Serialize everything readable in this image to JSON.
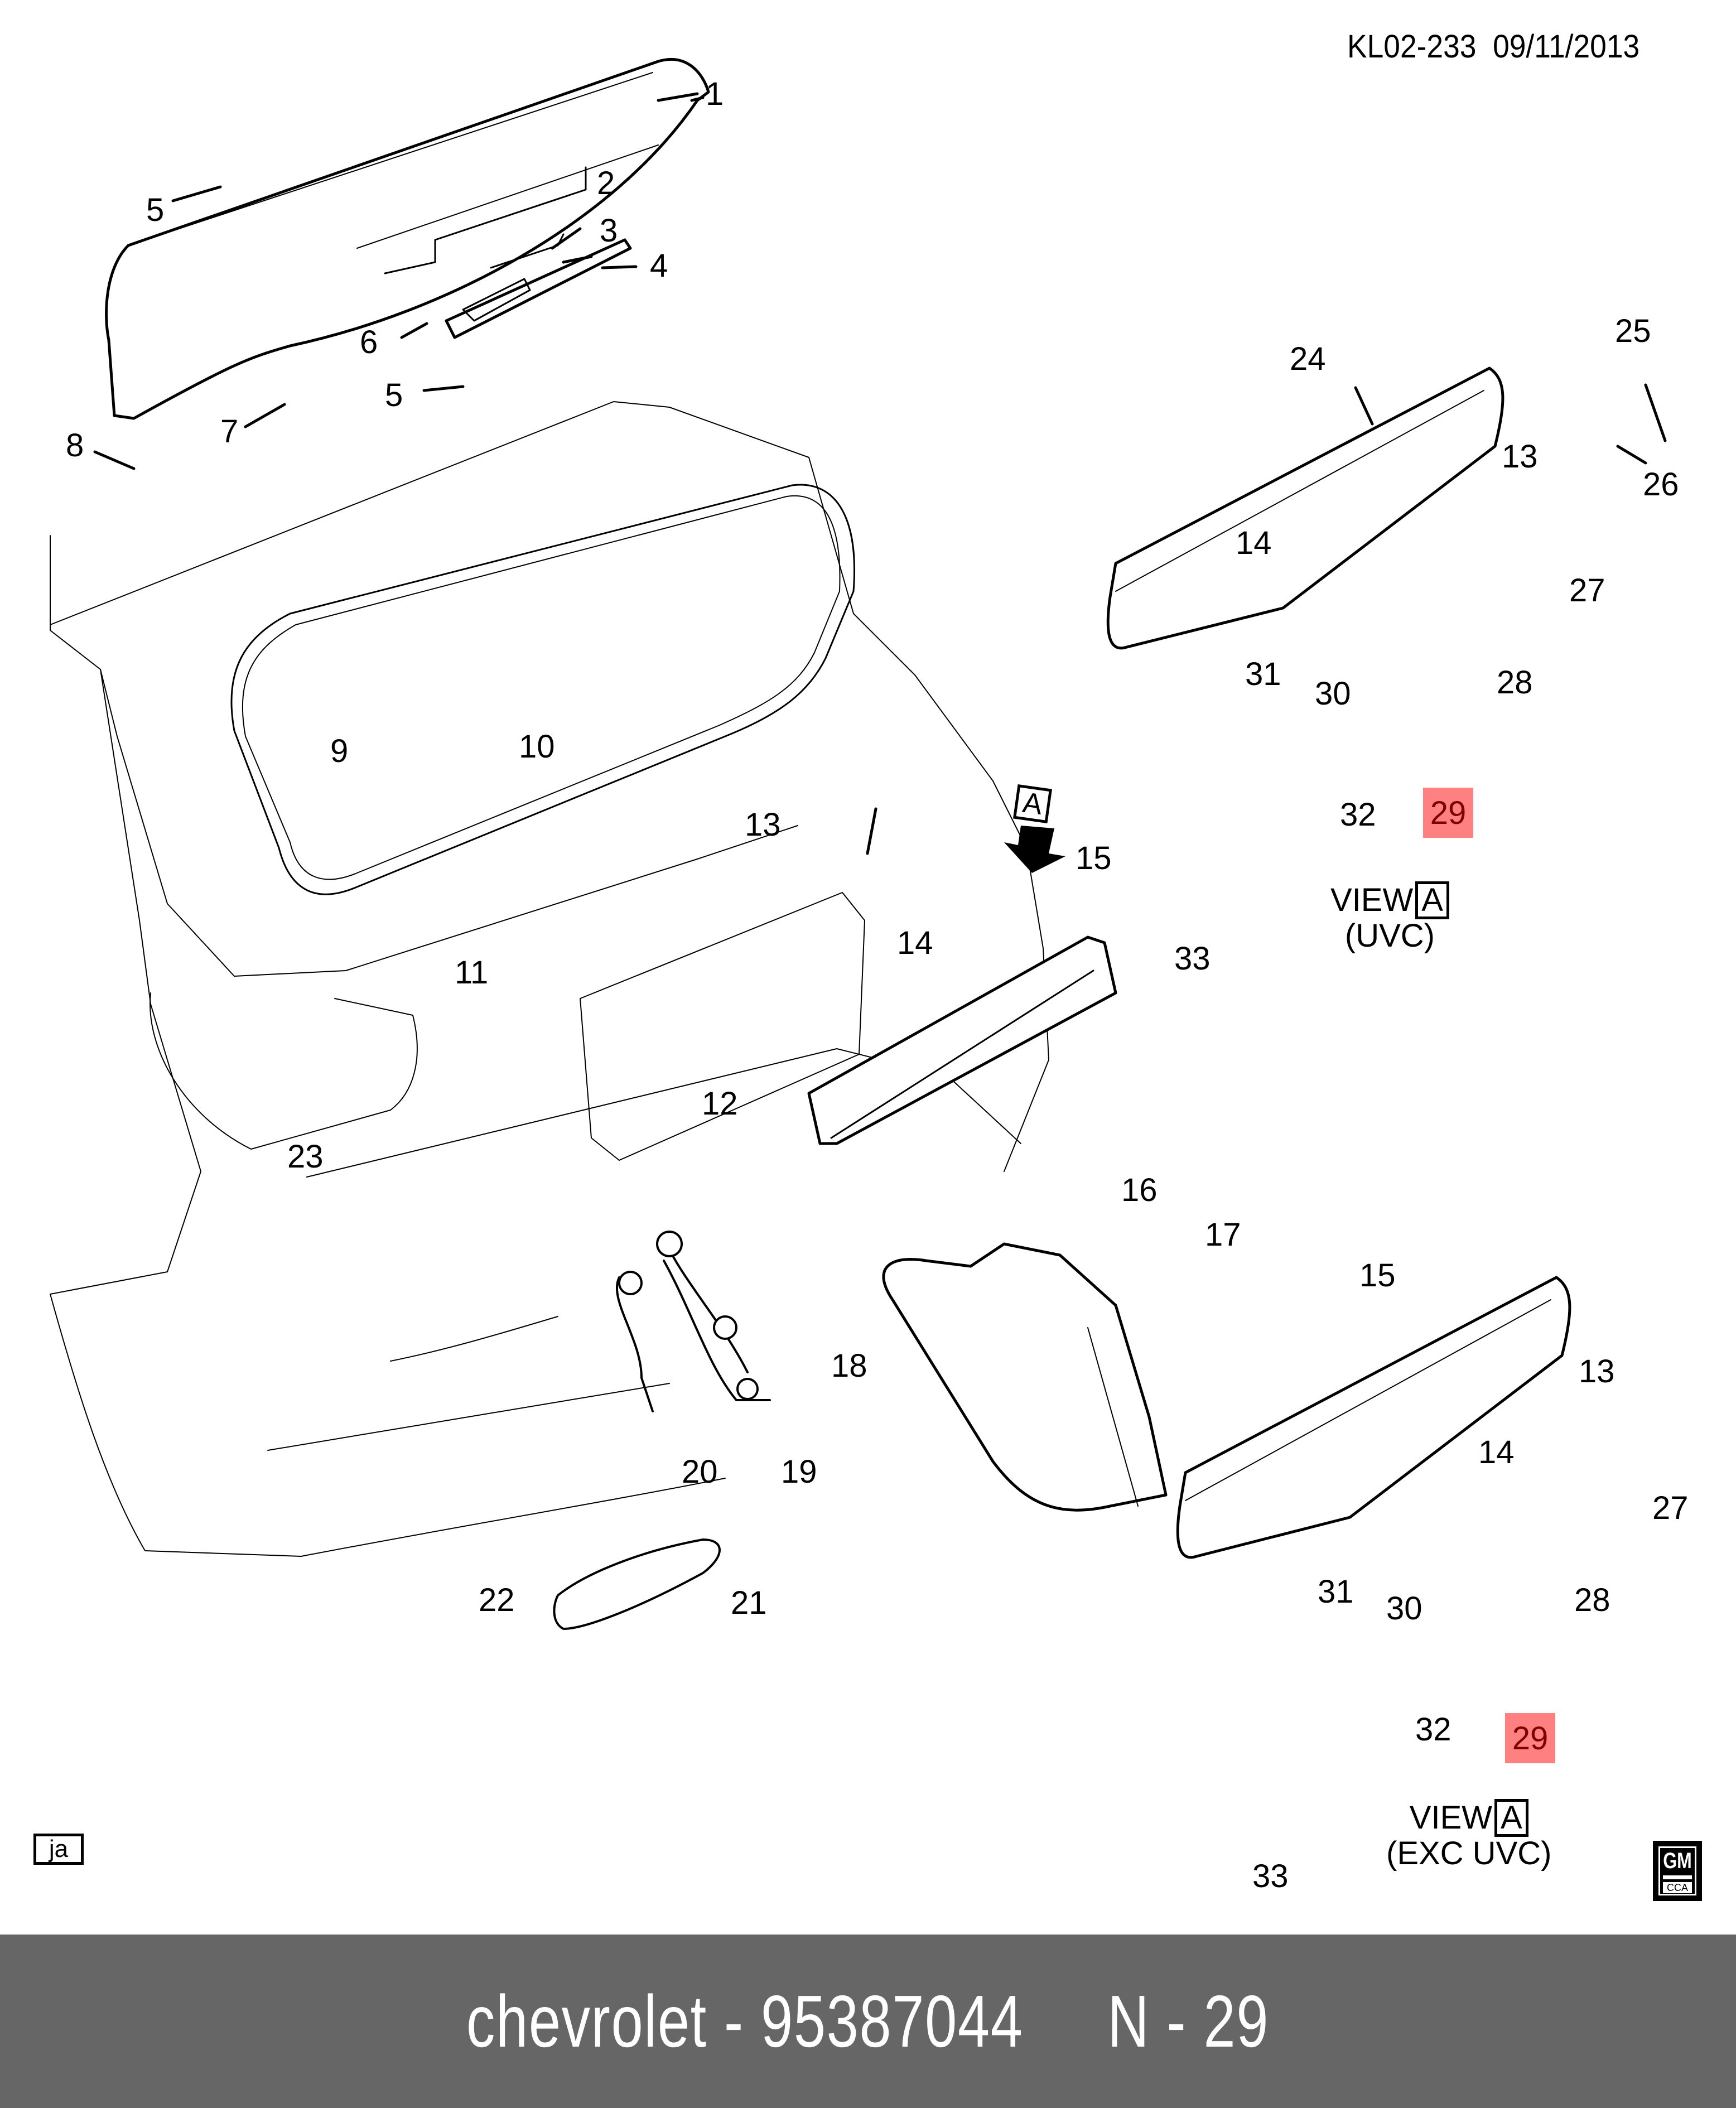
{
  "header": {
    "drawing_id": "KL02-233",
    "date": "09/11/2013"
  },
  "diagram": {
    "title": "Rear liftgate exploded parts diagram",
    "highlight_color": "#ff8080",
    "highlight_text_color": "#800000",
    "view_marker": "A",
    "views": [
      {
        "label": "VIEW",
        "box": "A",
        "variant": "(UVC)"
      },
      {
        "label": "VIEW",
        "box": "A",
        "variant": "(EXC UVC)"
      }
    ],
    "callouts": [
      {
        "id": "1",
        "text": "1"
      },
      {
        "id": "2",
        "text": "2"
      },
      {
        "id": "3",
        "text": "3"
      },
      {
        "id": "4",
        "text": "4"
      },
      {
        "id": "5a",
        "text": "5"
      },
      {
        "id": "5b",
        "text": "5"
      },
      {
        "id": "6",
        "text": "6"
      },
      {
        "id": "7",
        "text": "7"
      },
      {
        "id": "8",
        "text": "8"
      },
      {
        "id": "9",
        "text": "9"
      },
      {
        "id": "10",
        "text": "10"
      },
      {
        "id": "11",
        "text": "11"
      },
      {
        "id": "12",
        "text": "12"
      },
      {
        "id": "13a",
        "text": "13"
      },
      {
        "id": "14a",
        "text": "14"
      },
      {
        "id": "15a",
        "text": "15"
      },
      {
        "id": "16",
        "text": "16"
      },
      {
        "id": "17",
        "text": "17"
      },
      {
        "id": "18",
        "text": "18"
      },
      {
        "id": "19",
        "text": "19"
      },
      {
        "id": "20",
        "text": "20"
      },
      {
        "id": "21",
        "text": "21"
      },
      {
        "id": "22",
        "text": "22"
      },
      {
        "id": "23",
        "text": "23"
      },
      {
        "id": "24",
        "text": "24"
      },
      {
        "id": "25",
        "text": "25"
      },
      {
        "id": "26",
        "text": "26"
      },
      {
        "id": "13b",
        "text": "13"
      },
      {
        "id": "14b",
        "text": "14"
      },
      {
        "id": "27a",
        "text": "27"
      },
      {
        "id": "31a",
        "text": "31"
      },
      {
        "id": "30a",
        "text": "30"
      },
      {
        "id": "28a",
        "text": "28"
      },
      {
        "id": "32a",
        "text": "32"
      },
      {
        "id": "29a",
        "text": "29",
        "highlighted": true
      },
      {
        "id": "33a",
        "text": "33"
      },
      {
        "id": "15b",
        "text": "15"
      },
      {
        "id": "13c",
        "text": "13"
      },
      {
        "id": "14c",
        "text": "14"
      },
      {
        "id": "27b",
        "text": "27"
      },
      {
        "id": "31b",
        "text": "31"
      },
      {
        "id": "30b",
        "text": "30"
      },
      {
        "id": "28b",
        "text": "28"
      },
      {
        "id": "32b",
        "text": "32"
      },
      {
        "id": "29b",
        "text": "29",
        "highlighted": true
      },
      {
        "id": "33b",
        "text": "33"
      }
    ],
    "corner_tag": "ja",
    "logo": {
      "main": "GM",
      "sub": "CCA"
    }
  },
  "footer": {
    "text": "chevrolet - 95387044     N - 29"
  }
}
